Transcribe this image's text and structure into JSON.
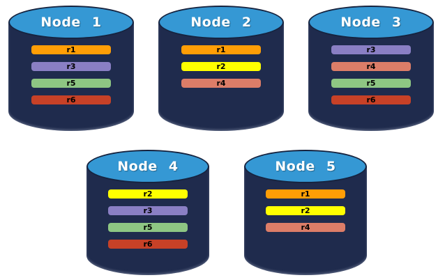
{
  "diagram": {
    "background": "#FFFFFF",
    "description": "five database cylinder nodes holding colored replica bars"
  },
  "colors": {
    "cylinder_body": "#1F2B4D",
    "cylinder_top": "#3598D4",
    "cylinder_outline": "#16233F",
    "title_text": "#FFFFFF",
    "bar_text": "#000000"
  },
  "replica_colors": {
    "r1": "#FF9E06",
    "r2": "#FFFF00",
    "r3": "#8A7FC4",
    "r4": "#DC7D68",
    "r5": "#8EC683",
    "r6": "#C74127"
  },
  "nodes": [
    {
      "title": "Node 1",
      "row": 1,
      "replicas": [
        "r1",
        "r3",
        "r5",
        "r6"
      ]
    },
    {
      "title": "Node 2",
      "row": 1,
      "replicas": [
        "r1",
        "r2",
        "r4"
      ]
    },
    {
      "title": "Node 3",
      "row": 1,
      "replicas": [
        "r3",
        "r4",
        "r5",
        "r6"
      ]
    },
    {
      "title": "Node 4",
      "row": 2,
      "replicas": [
        "r2",
        "r3",
        "r5",
        "r6"
      ]
    },
    {
      "title": "Node 5",
      "row": 2,
      "replicas": [
        "r1",
        "r2",
        "r4"
      ]
    }
  ]
}
